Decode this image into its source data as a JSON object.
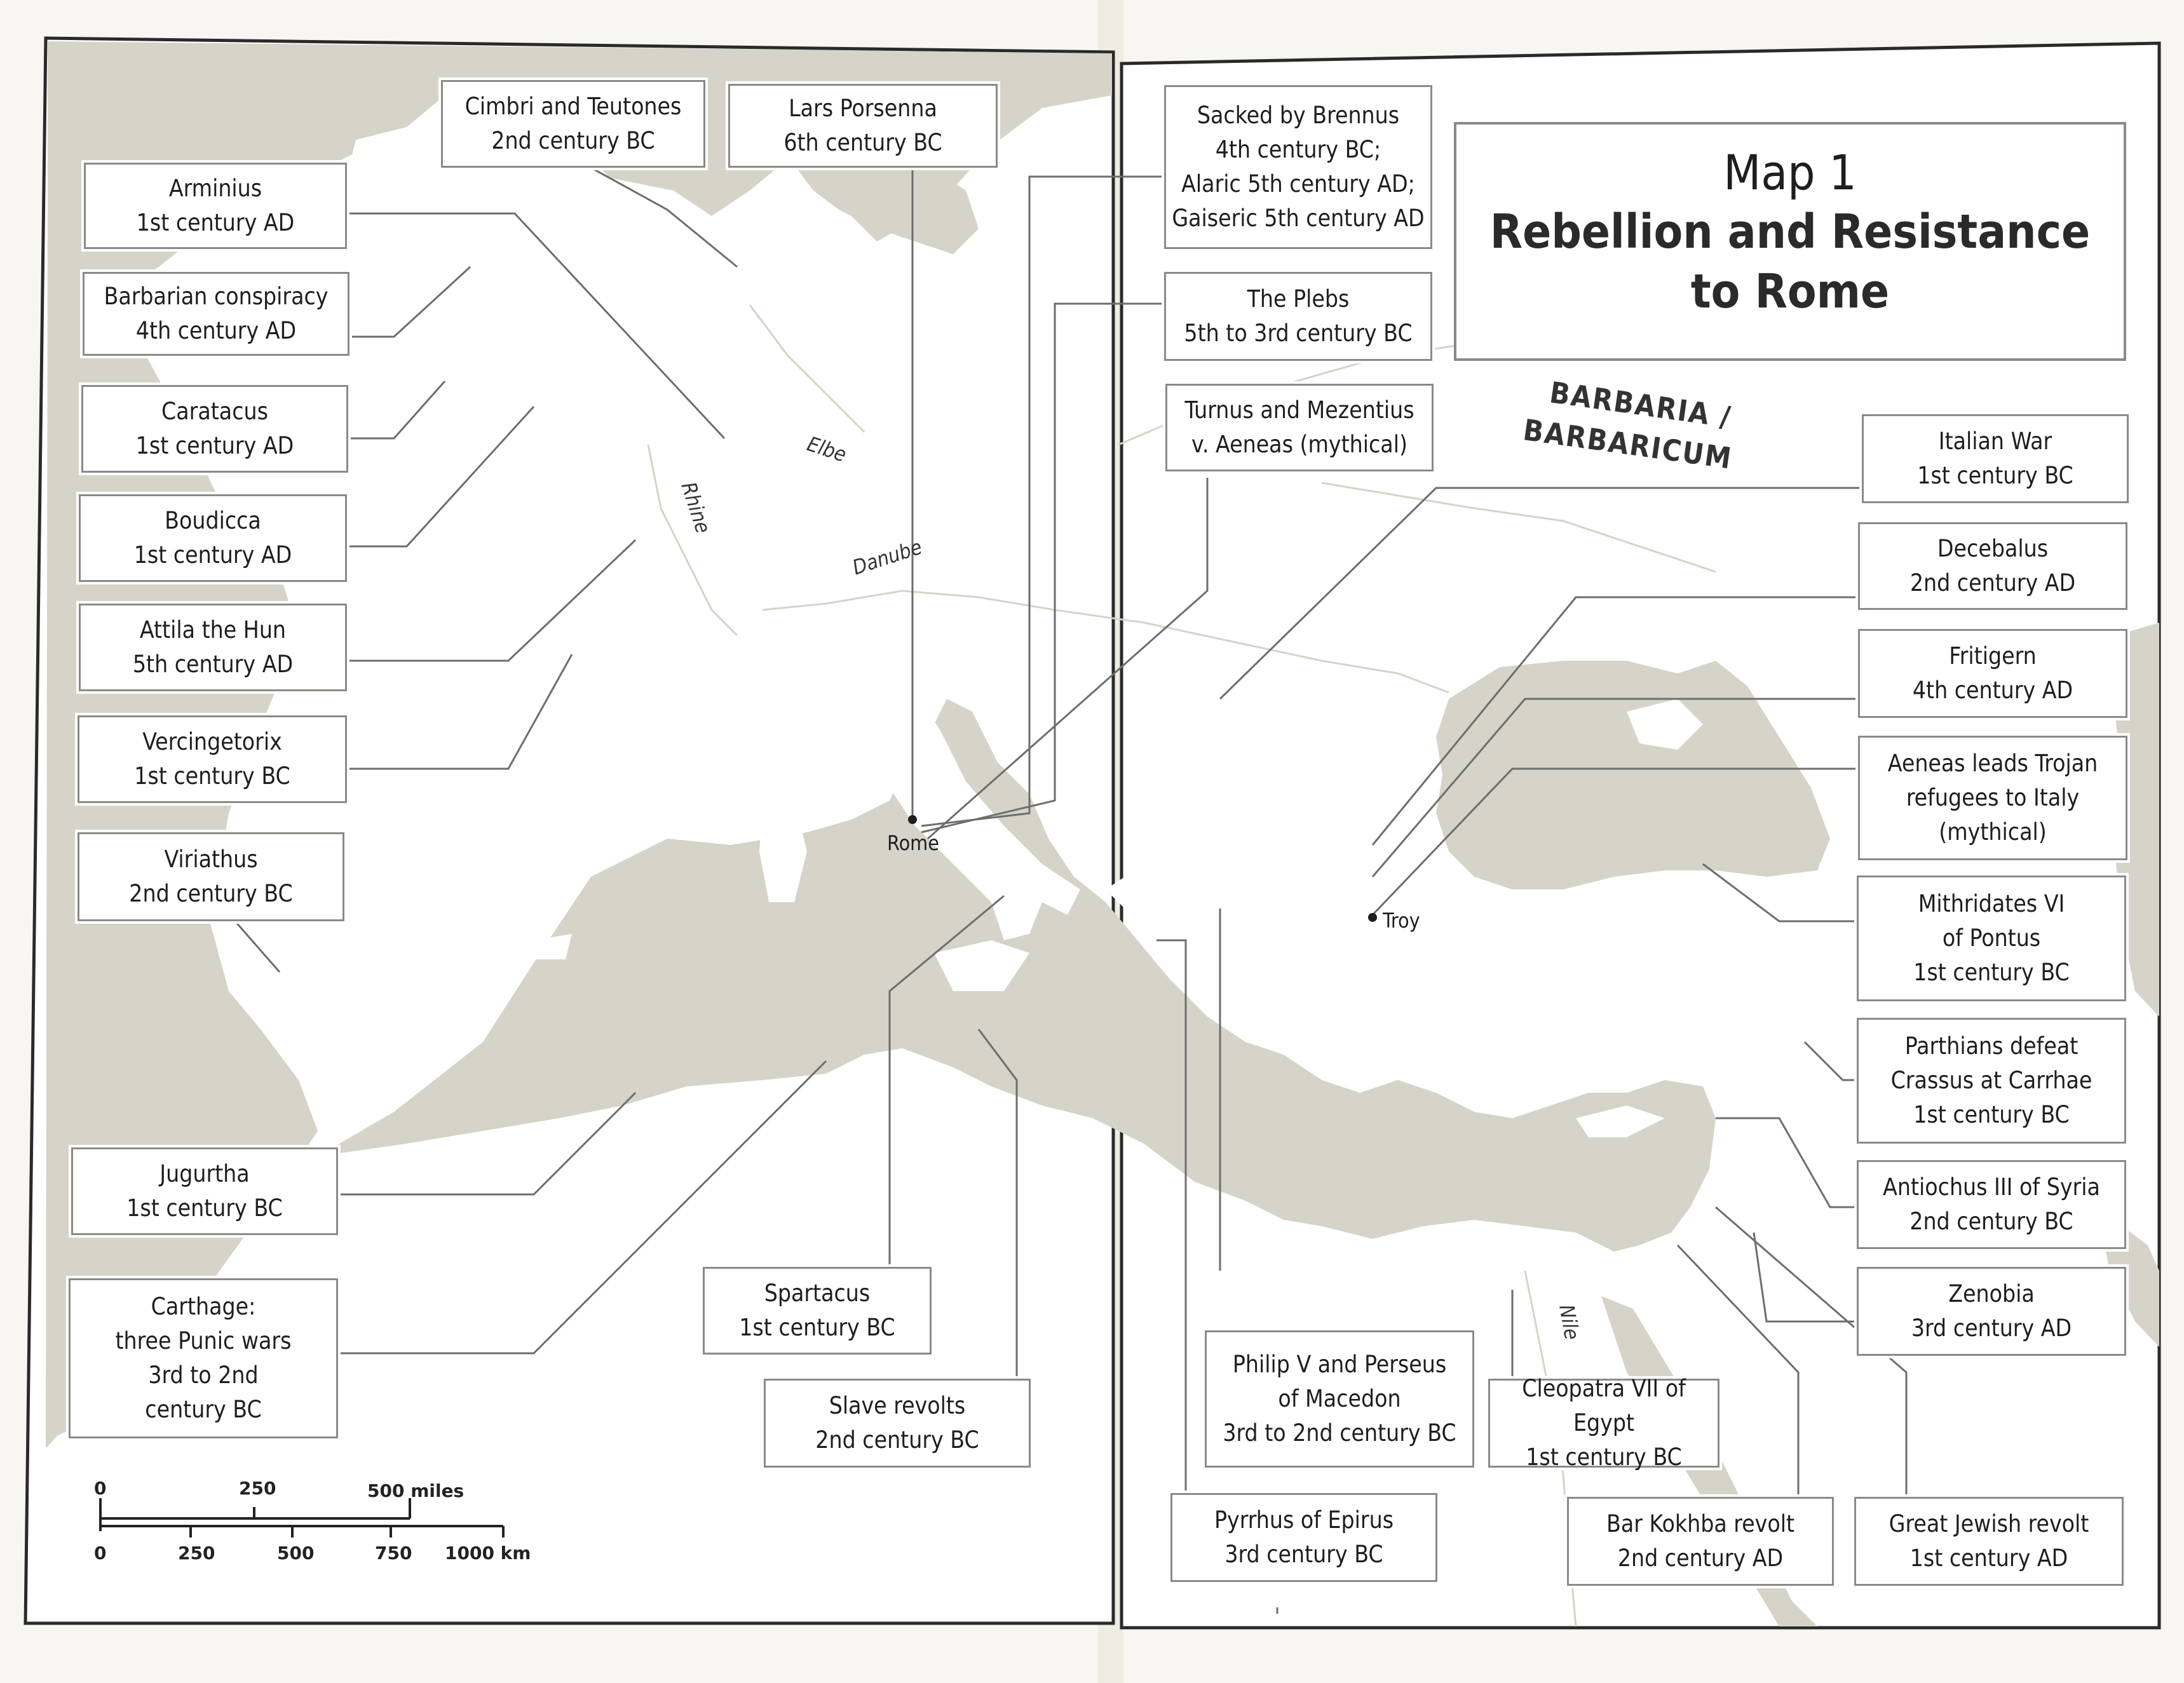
{
  "title": {
    "line1": "Map 1",
    "line2": "Rebellion and Resistance",
    "line3": "to Rome"
  },
  "region": {
    "line1": "BARBARIA /",
    "line2": "BARBARICUM"
  },
  "places": {
    "rome": "Rome",
    "troy": "Troy"
  },
  "rivers": {
    "rhine": "Rhine",
    "elbe": "Elbe",
    "danube": "Danube",
    "nile": "Nile"
  },
  "labels": [
    {
      "id": "cimbri",
      "text": "Cimbri and Teutones\n2nd century BC"
    },
    {
      "id": "porsenna",
      "text": "Lars Porsenna\n6th century BC"
    },
    {
      "id": "arminius",
      "text": "Arminius\n1st century AD"
    },
    {
      "id": "conspiracy",
      "text": "Barbarian conspiracy\n4th century AD"
    },
    {
      "id": "caratacus",
      "text": "Caratacus\n1st century AD"
    },
    {
      "id": "boudicca",
      "text": "Boudicca\n1st century AD"
    },
    {
      "id": "attila",
      "text": "Attila the Hun\n5th century AD"
    },
    {
      "id": "vercingetorix",
      "text": "Vercingetorix\n1st century BC"
    },
    {
      "id": "viriathus",
      "text": "Viriathus\n2nd century BC"
    },
    {
      "id": "jugurtha",
      "text": "Jugurtha\n1st century BC"
    },
    {
      "id": "carthage",
      "text": "Carthage:\nthree Punic wars\n3rd to 2nd\ncentury BC"
    },
    {
      "id": "spartacus",
      "text": "Spartacus\n1st century BC"
    },
    {
      "id": "slave",
      "text": "Slave revolts\n2nd century BC"
    },
    {
      "id": "brennus",
      "text": "Sacked by Brennus\n4th century BC;\nAlaric 5th century AD;\nGaiseric 5th century AD"
    },
    {
      "id": "plebs",
      "text": "The Plebs\n5th to 3rd century BC"
    },
    {
      "id": "turnus",
      "text": "Turnus and Mezentius\nv. Aeneas (mythical)"
    },
    {
      "id": "italian",
      "text": "Italian War\n1st century BC"
    },
    {
      "id": "decebalus",
      "text": "Decebalus\n2nd century AD"
    },
    {
      "id": "fritigern",
      "text": "Fritigern\n4th century AD"
    },
    {
      "id": "aeneas",
      "text": "Aeneas leads Trojan\nrefugees to Italy\n(mythical)"
    },
    {
      "id": "mithridates",
      "text": "Mithridates VI\nof Pontus\n1st century BC"
    },
    {
      "id": "parthians",
      "text": "Parthians defeat\nCrassus at Carrhae\n1st century BC"
    },
    {
      "id": "antiochus",
      "text": "Antiochus III of Syria\n2nd century BC"
    },
    {
      "id": "zenobia",
      "text": "Zenobia\n3rd century AD"
    },
    {
      "id": "philip",
      "text": "Philip V and Perseus\nof Macedon\n3rd to 2nd century BC"
    },
    {
      "id": "cleopatra",
      "text": "Cleopatra VII of Egypt\n1st century BC"
    },
    {
      "id": "pyrrhus",
      "text": "Pyrrhus of Epirus\n3rd century BC"
    },
    {
      "id": "barkokhba",
      "text": "Bar Kokhba revolt\n2nd century AD"
    },
    {
      "id": "jewish",
      "text": "Great Jewish revolt\n1st century AD"
    }
  ],
  "scale": {
    "miles": [
      "0",
      "250",
      "500 miles"
    ],
    "km": [
      "0",
      "250",
      "500",
      "750",
      "1000 km"
    ]
  },
  "colors": {
    "land": "#ffffff",
    "sea": "#d6d3c9",
    "frame": "#2a2a2a",
    "leader": "#6e6e6a"
  }
}
